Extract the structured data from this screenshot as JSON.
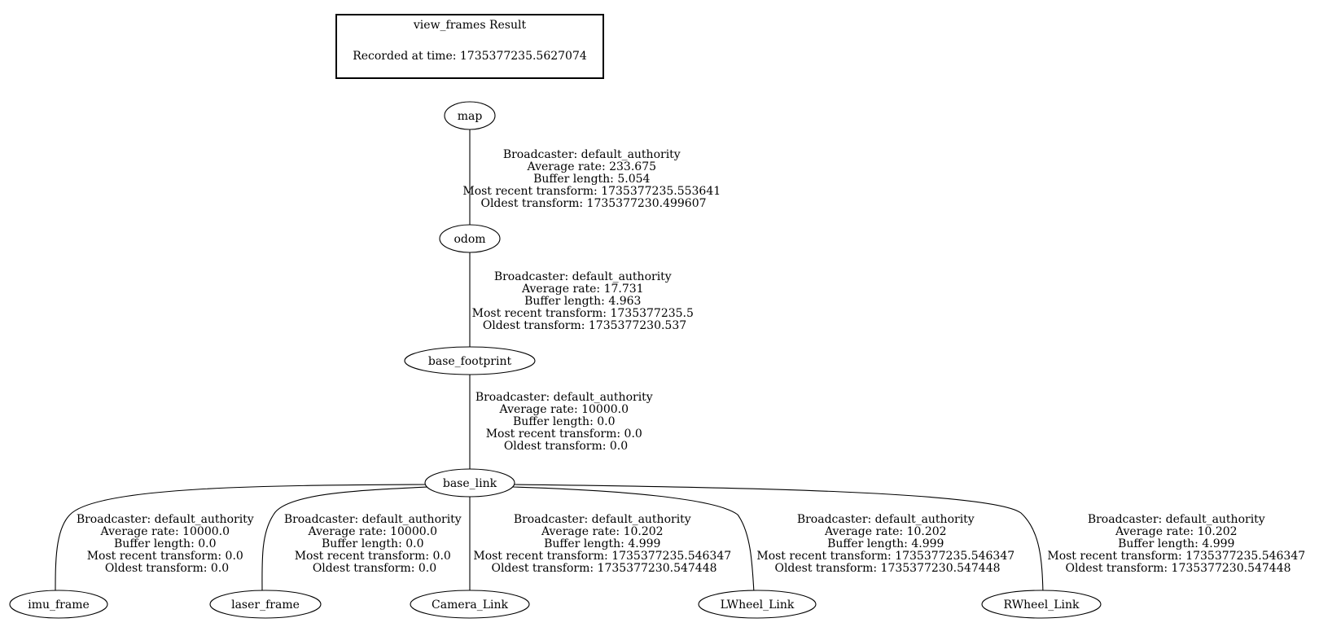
{
  "header": {
    "title": "view_frames Result",
    "recorded": "Recorded at time: 1735377235.5627074"
  },
  "nodes": {
    "map": "map",
    "odom": "odom",
    "base_footprint": "base_footprint",
    "base_link": "base_link",
    "imu_frame": "imu_frame",
    "laser_frame": "laser_frame",
    "camera_link": "Camera_Link",
    "lwheel_link": "LWheel_Link",
    "rwheel_link": "RWheel_Link"
  },
  "edges": {
    "map_odom": [
      "Broadcaster: default_authority",
      "Average rate: 233.675",
      "Buffer length: 5.054",
      "Most recent transform: 1735377235.553641",
      "Oldest transform: 1735377230.499607"
    ],
    "odom_base_footprint": [
      "Broadcaster: default_authority",
      "Average rate: 17.731",
      "Buffer length: 4.963",
      "Most recent transform: 1735377235.5",
      "Oldest transform: 1735377230.537"
    ],
    "base_footprint_base_link": [
      "Broadcaster: default_authority",
      "Average rate: 10000.0",
      "Buffer length: 0.0",
      "Most recent transform: 0.0",
      "Oldest transform: 0.0"
    ],
    "base_link_imu_frame": [
      "Broadcaster: default_authority",
      "Average rate: 10000.0",
      "Buffer length: 0.0",
      "Most recent transform: 0.0",
      "Oldest transform: 0.0"
    ],
    "base_link_laser_frame": [
      "Broadcaster: default_authority",
      "Average rate: 10000.0",
      "Buffer length: 0.0",
      "Most recent transform: 0.0",
      "Oldest transform: 0.0"
    ],
    "base_link_camera_link": [
      "Broadcaster: default_authority",
      "Average rate: 10.202",
      "Buffer length: 4.999",
      "Most recent transform: 1735377235.546347",
      "Oldest transform: 1735377230.547448"
    ],
    "base_link_lwheel_link": [
      "Broadcaster: default_authority",
      "Average rate: 10.202",
      "Buffer length: 4.999",
      "Most recent transform: 1735377235.546347",
      "Oldest transform: 1735377230.547448"
    ],
    "base_link_rwheel_link": [
      "Broadcaster: default_authority",
      "Average rate: 10.202",
      "Buffer length: 4.999",
      "Most recent transform: 1735377235.546347",
      "Oldest transform: 1735377230.547448"
    ]
  }
}
